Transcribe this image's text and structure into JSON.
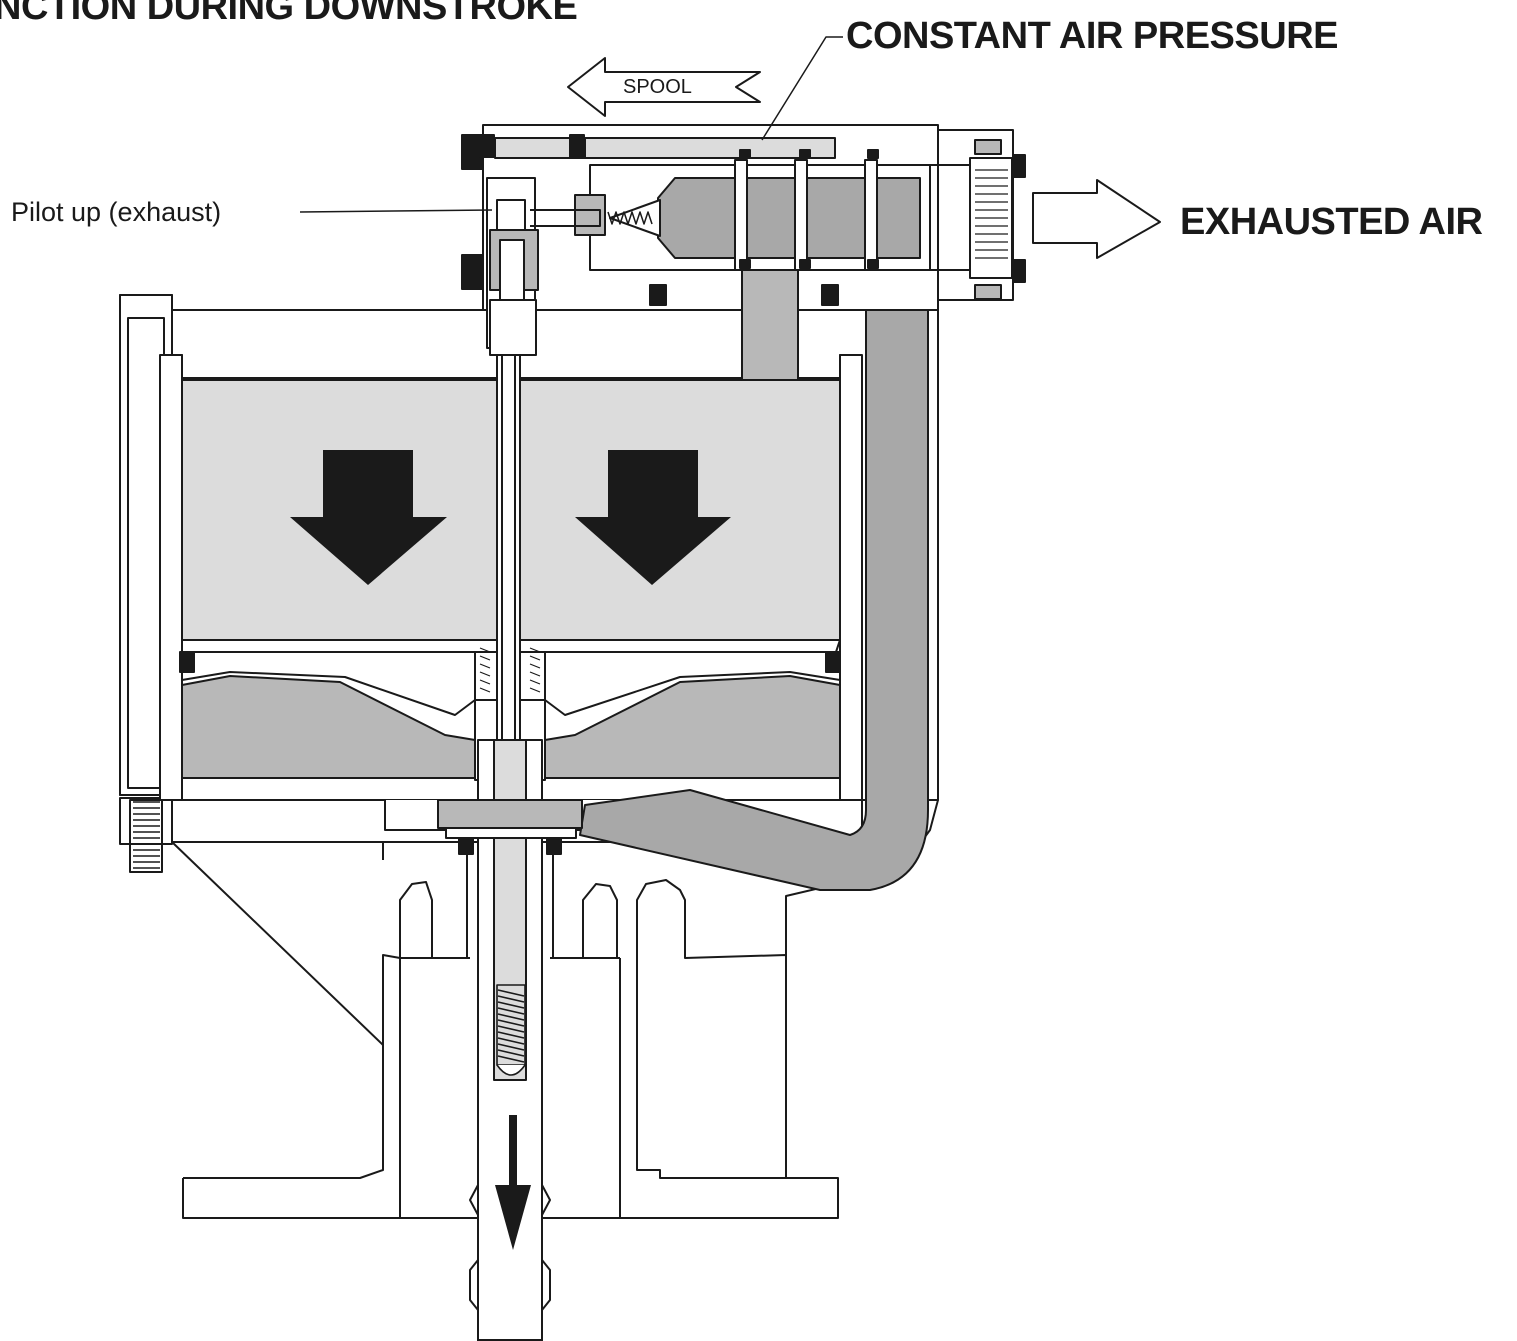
{
  "labels": {
    "top_heading": "NCTION DURING DOWNSTROKE",
    "constant_air": "CONSTANT AIR PRESSURE",
    "exhausted_air": "EXHAUSTED AIR",
    "pilot_up": "Pilot up (exhaust)",
    "spool": "SPOOL"
  },
  "colors": {
    "line": "#1a1a1a",
    "light_fill": "#dcdcdc",
    "mid_fill": "#b8b8b8",
    "dark_fill": "#a8a8a8",
    "arrow": "#1a1a1a",
    "background": "#ffffff"
  }
}
